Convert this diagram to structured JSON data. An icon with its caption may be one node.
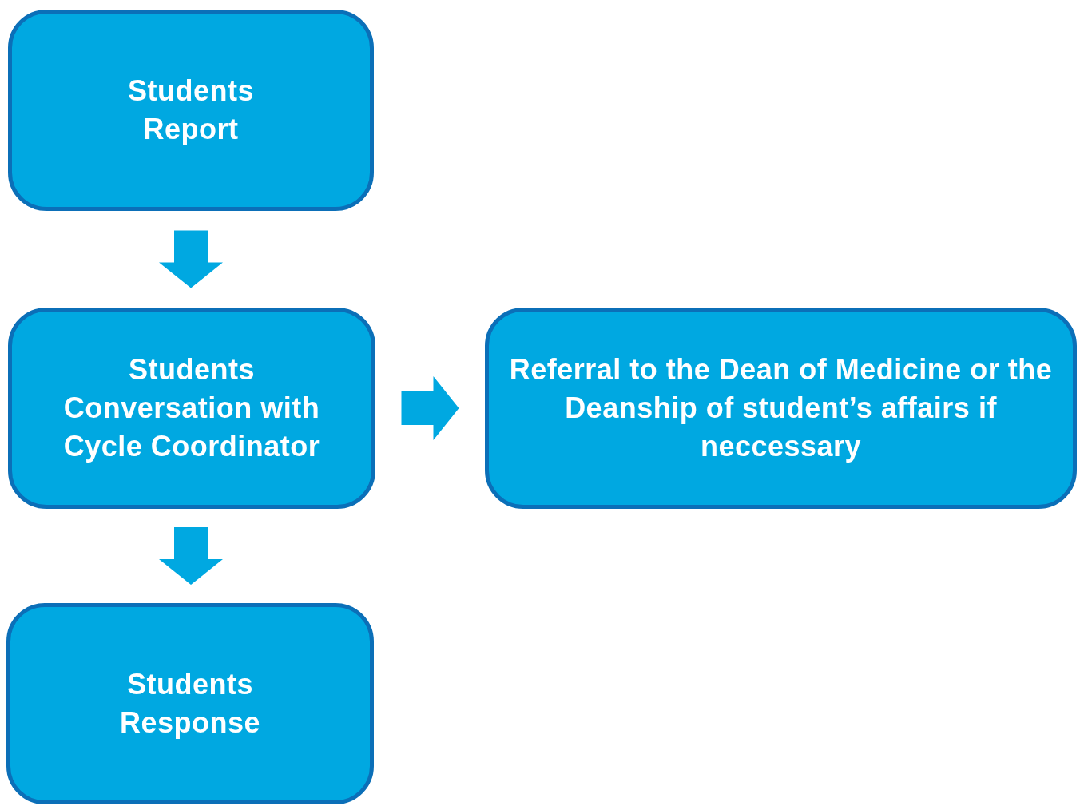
{
  "diagram": {
    "nodes": [
      {
        "text": [
          "Students Report"
        ]
      },
      {
        "text": [
          "Students Conversation with Cycle Coordinator"
        ]
      },
      {
        "text": [
          "Referral to the Dean of Medicine or the Deanship of student’s affairs if neccessary"
        ]
      },
      {
        "text": [
          "Students Response"
        ]
      }
    ],
    "edges": [
      {
        "from": 0,
        "to": 1,
        "arrow": "to"
      },
      {
        "from": 1,
        "to": 2,
        "arrow": "to"
      },
      {
        "from": 1,
        "to": 3,
        "arrow": "to"
      }
    ]
  }
}
